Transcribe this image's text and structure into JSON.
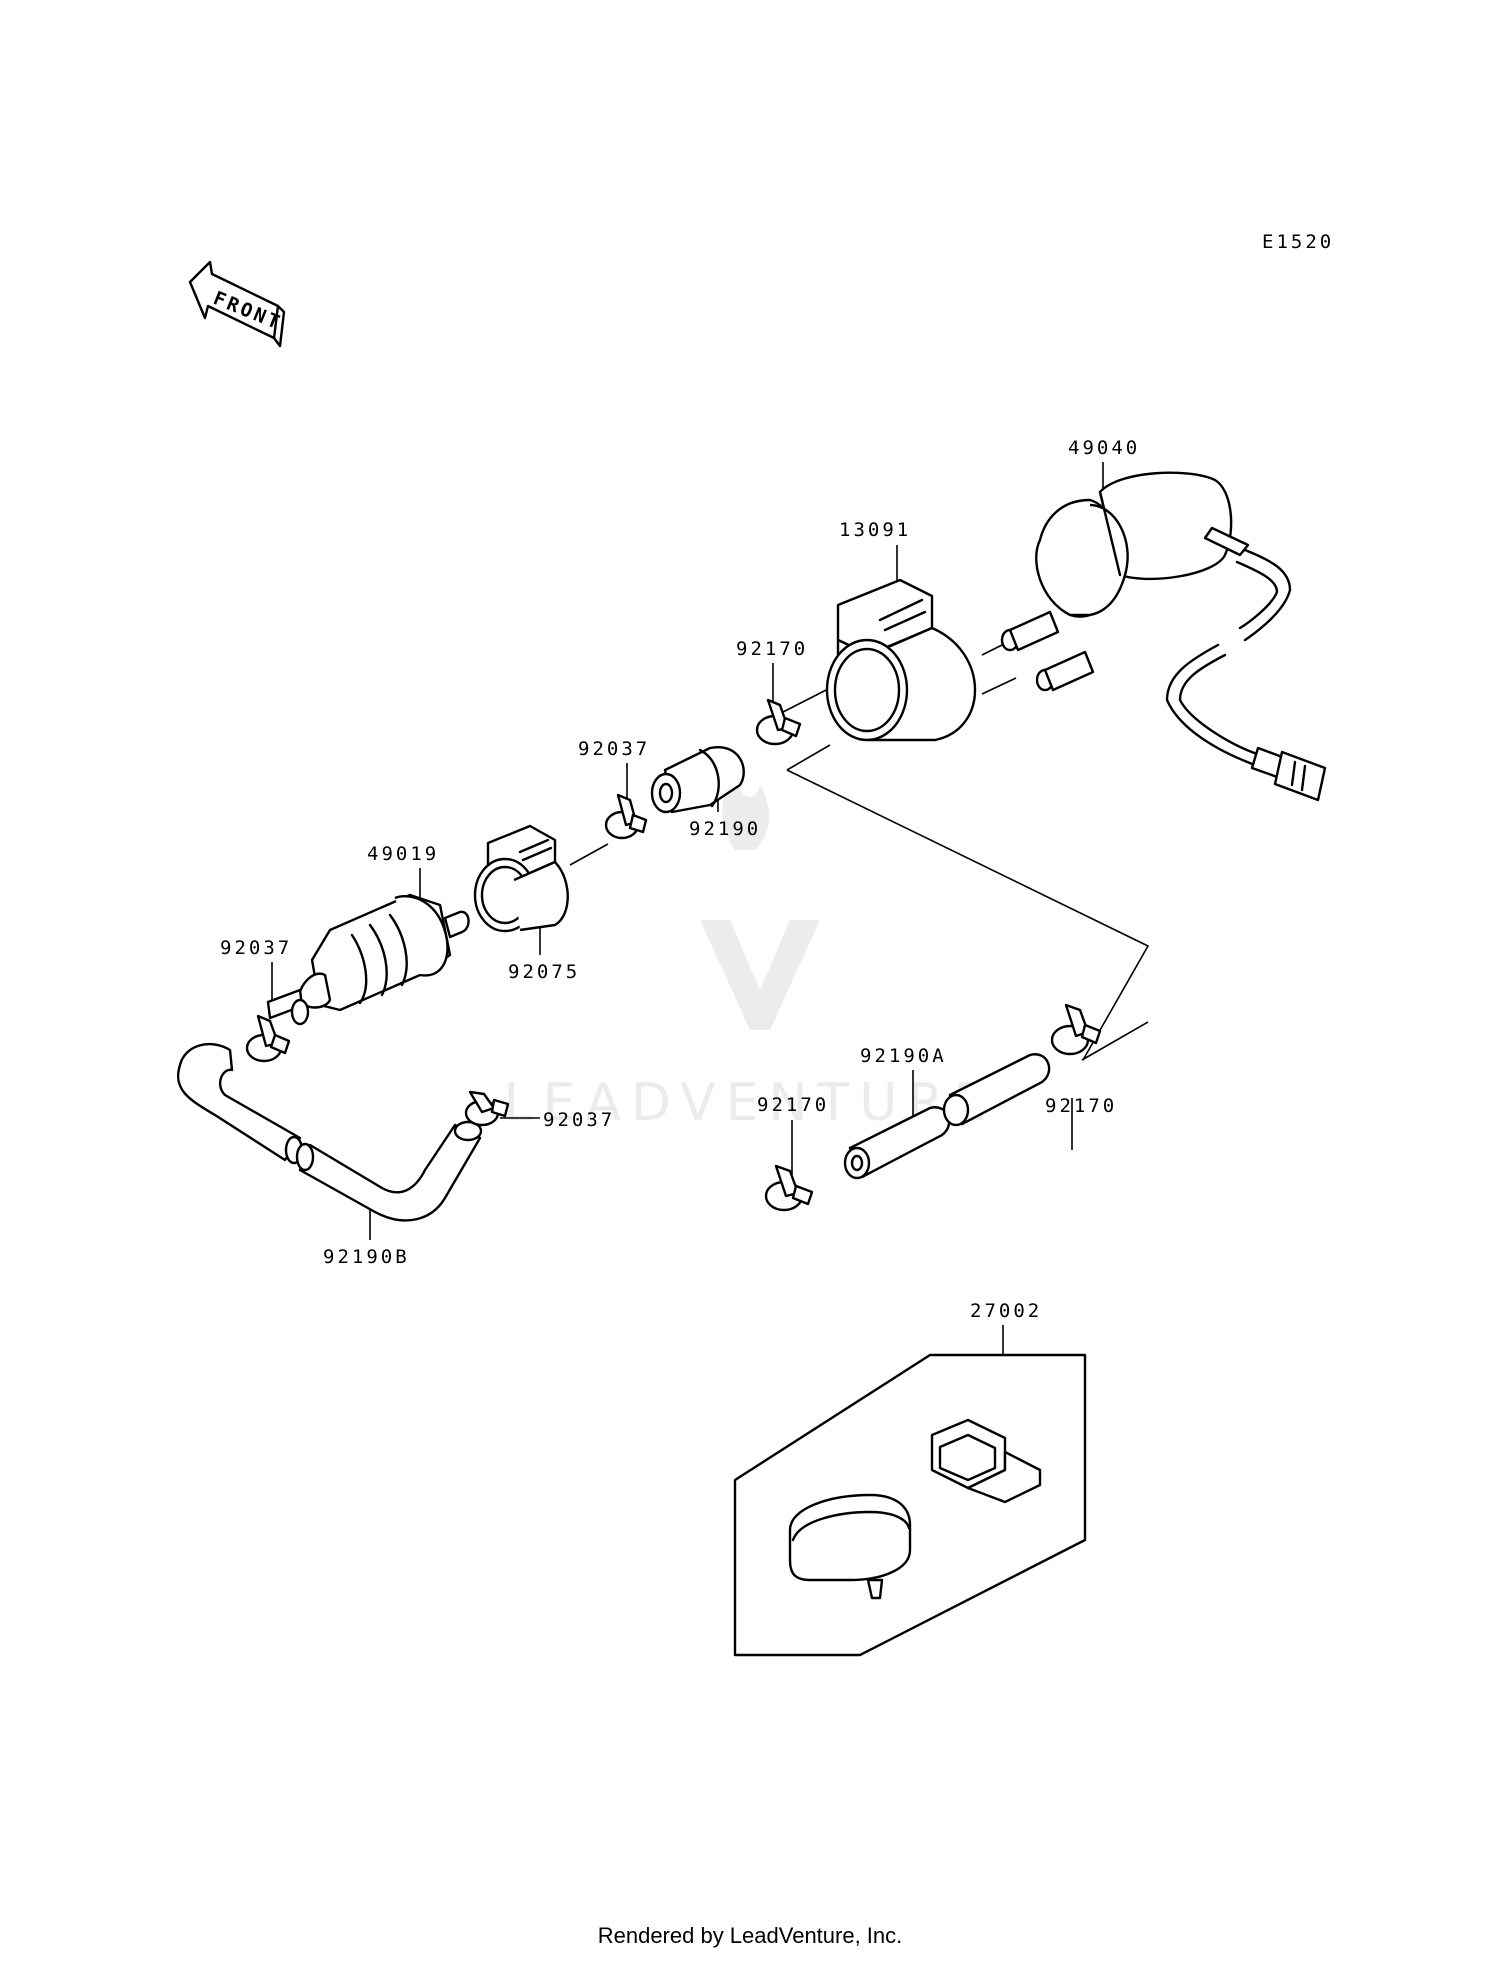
{
  "diagram_code": "E1520",
  "front_label": "FRONT",
  "watermark_text": "LEADVENTURE",
  "footer": "Rendered by LeadVenture, Inc.",
  "parts": {
    "p49040": "49040",
    "p13091": "13091",
    "p92170_top": "92170",
    "p92037_top": "92037",
    "p92190": "92190",
    "p49019": "49019",
    "p92075": "92075",
    "p92037_left": "92037",
    "p92037_mid": "92037",
    "p92190B": "92190B",
    "p92190A": "92190A",
    "p92170_left": "92170",
    "p92170_right": "92170",
    "p27002": "27002"
  }
}
